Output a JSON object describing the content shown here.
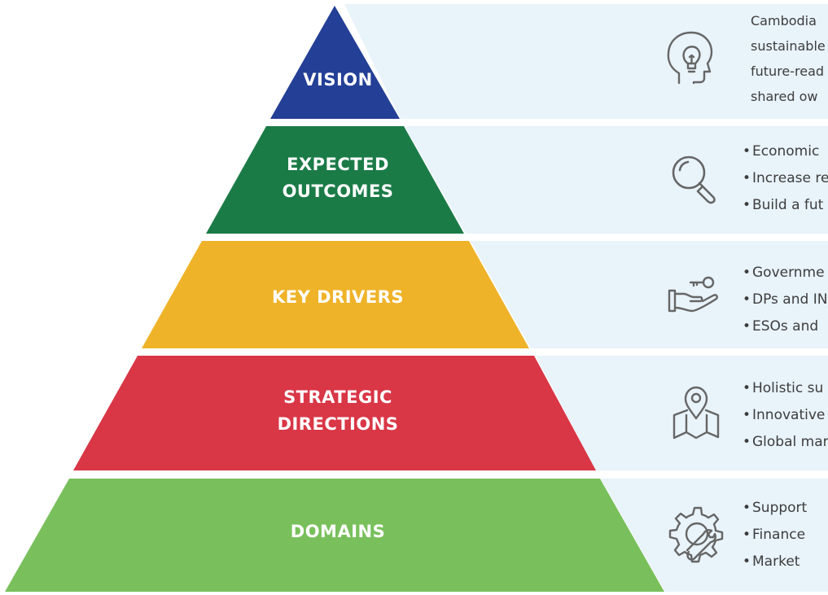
{
  "colors": {
    "vision": "#233f96",
    "outcomes": "#1b7b47",
    "drivers": "#efb329",
    "directions": "#d93646",
    "domains": "#79c05c",
    "panel": "#e8f3fa",
    "text": "#3d3d3d",
    "icon": "#666666"
  },
  "tiers": [
    {
      "key": "vision",
      "label_lines": [
        "VISION"
      ],
      "icon": "head-lightbulb-icon",
      "text_lines": [
        "Cambodia",
        "sustainable",
        "future-read",
        "shared ow"
      ],
      "bulleted": false
    },
    {
      "key": "outcomes",
      "label_lines": [
        "EXPECTED",
        "OUTCOMES"
      ],
      "icon": "magnifier-icon",
      "text_lines": [
        "Economic",
        "Increase re",
        "Build a fut"
      ],
      "bulleted": true
    },
    {
      "key": "drivers",
      "label_lines": [
        "KEY DRIVERS"
      ],
      "icon": "hand-with-key-icon",
      "text_lines": [
        "Governme",
        "DPs and IN",
        "ESOs and"
      ],
      "bulleted": true
    },
    {
      "key": "directions",
      "label_lines": [
        "STRATEGIC",
        "DIRECTIONS"
      ],
      "icon": "map-pin-icon",
      "text_lines": [
        "Holistic su",
        "Innovative",
        "Global mar"
      ],
      "bulleted": true
    },
    {
      "key": "domains",
      "label_lines": [
        "DOMAINS"
      ],
      "icon": "gear-tools-icon",
      "text_lines": [
        "Support",
        "Finance",
        "Market"
      ],
      "bulleted": true
    }
  ],
  "bullet_char": "•"
}
